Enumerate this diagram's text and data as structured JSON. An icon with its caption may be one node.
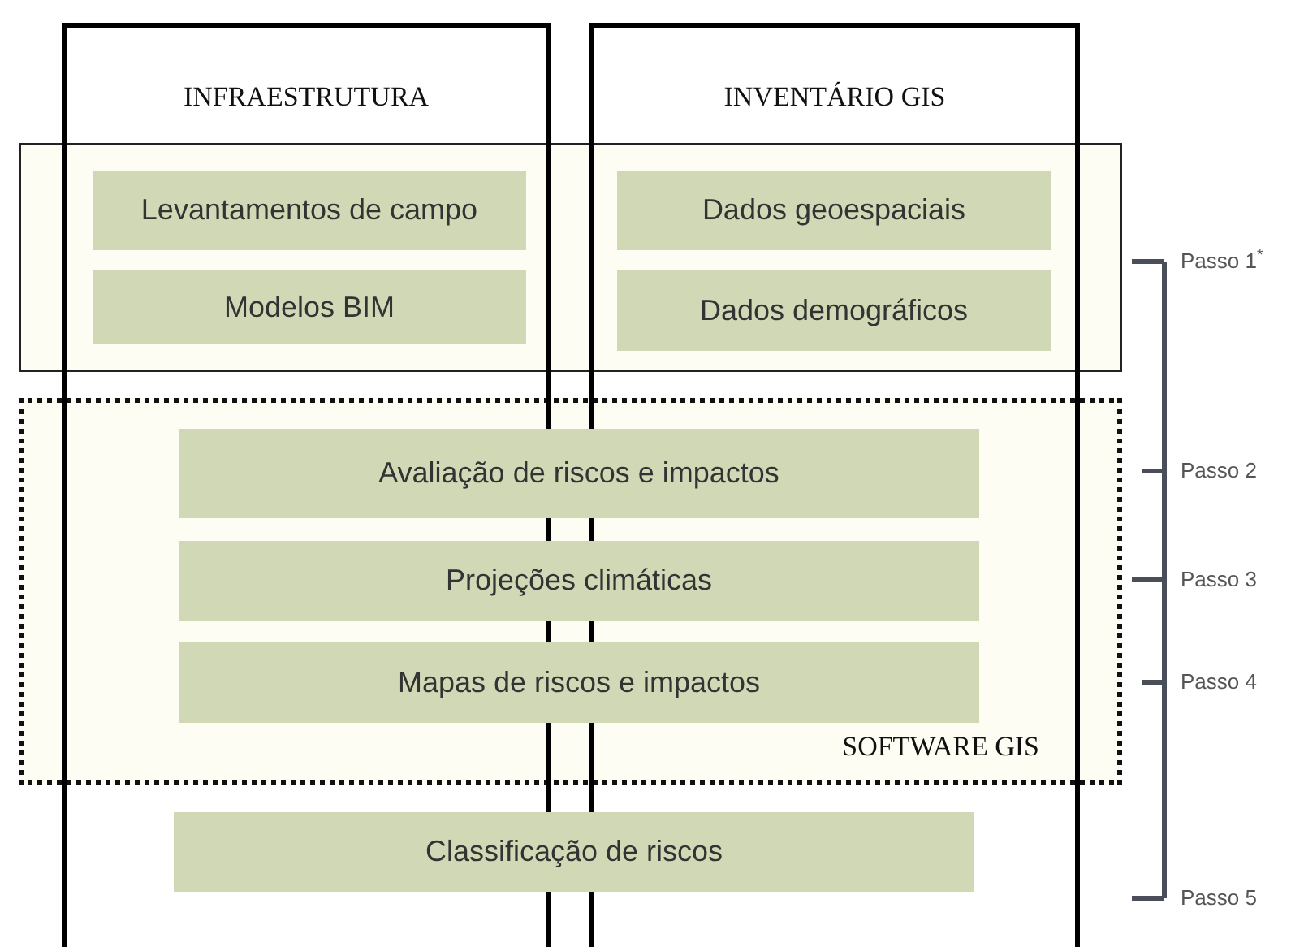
{
  "diagram": {
    "nodes": [
      {
        "text": [
          "INFRAESTRUTURA"
        ]
      },
      {
        "text": [
          "INVENTÁRIO GIS"
        ]
      },
      {
        "text": [],
        "shape": "box"
      },
      {
        "text": [
          "Levantamentos de campo"
        ]
      },
      {
        "text": [
          "Dados geoespaciais"
        ]
      },
      {
        "text": [
          "Modelos BIM"
        ]
      },
      {
        "text": [
          "Dados demográficos"
        ]
      },
      {
        "text": [
          "SOFTWARE GIS"
        ]
      },
      {
        "text": [
          "Avaliação de riscos e impactos"
        ],
        "in": 7
      },
      {
        "text": [
          "Projeções climáticas"
        ],
        "in": 7
      },
      {
        "text": [
          "Mapas de riscos e impactos"
        ],
        "in": 7
      },
      {
        "text": [
          "Classificação de riscos"
        ]
      }
    ],
    "edges": [],
    "labels": [
      "Passo 1$^{*}$",
      "Passo 2",
      "Passo 3",
      "Passo 4",
      "Passo 5"
    ]
  }
}
